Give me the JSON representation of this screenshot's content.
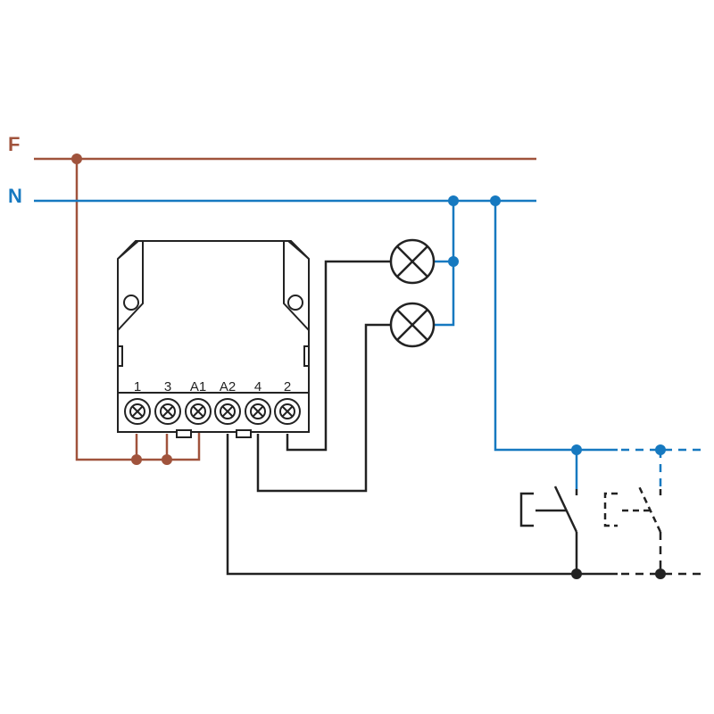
{
  "lines": {
    "phase_label": "F",
    "neutral_label": "N"
  },
  "device": {
    "terminals": [
      "1",
      "3",
      "A1",
      "A2",
      "4",
      "2"
    ]
  },
  "colors": {
    "phase": "#a0533c",
    "neutral": "#1679c0",
    "control": "#222222"
  },
  "icons": {
    "lamp": "lamp-icon",
    "push_button": "push-button-icon"
  }
}
